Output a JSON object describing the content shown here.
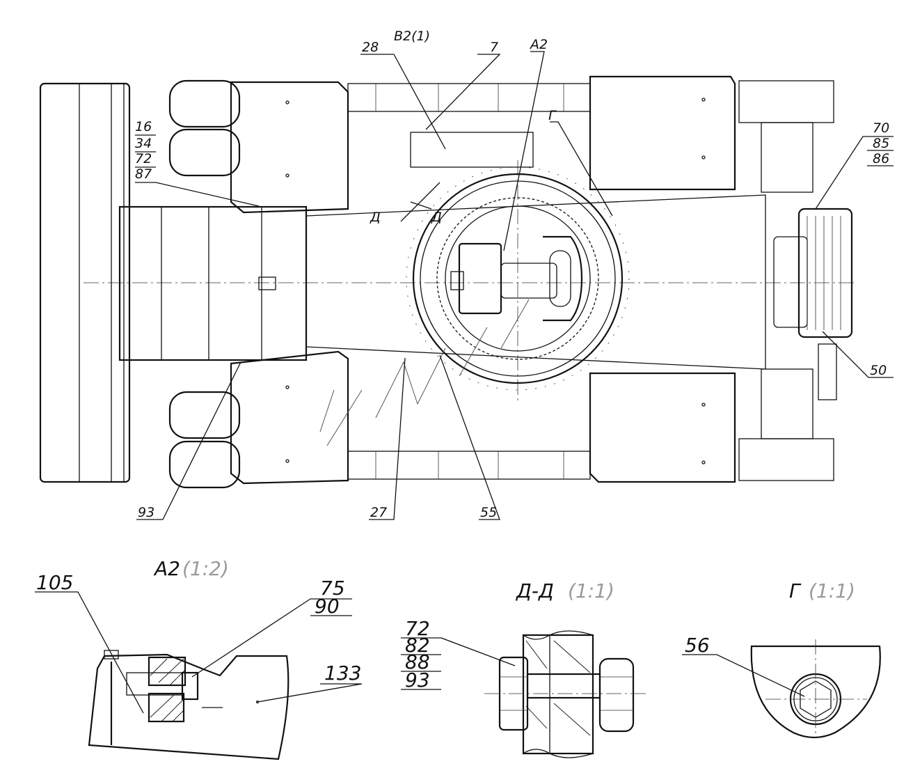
{
  "main_view": {
    "callouts": {
      "c28": "28",
      "c7": "7",
      "view_b2": "B2(1)",
      "view_a2": "A2",
      "view_g": "Г",
      "section_d1": "Д",
      "section_d2": "Д",
      "stack_left": [
        "16",
        "34",
        "72",
        "87"
      ],
      "stack_right": [
        "70",
        "85",
        "86"
      ],
      "c50": "50",
      "c93": "93",
      "c27": "27",
      "c55": "55"
    }
  },
  "detail_a2": {
    "title": "A2",
    "scale": "(1:2)",
    "callouts": {
      "c105": "105",
      "c75": "75",
      "c90": "90",
      "c133": "133"
    }
  },
  "section_dd": {
    "title": "Д-Д",
    "scale": "(1:1)",
    "callouts": [
      "72",
      "82",
      "88",
      "93"
    ]
  },
  "detail_g": {
    "title": "Г",
    "scale": "(1:1)",
    "callouts": {
      "c56": "56"
    }
  }
}
